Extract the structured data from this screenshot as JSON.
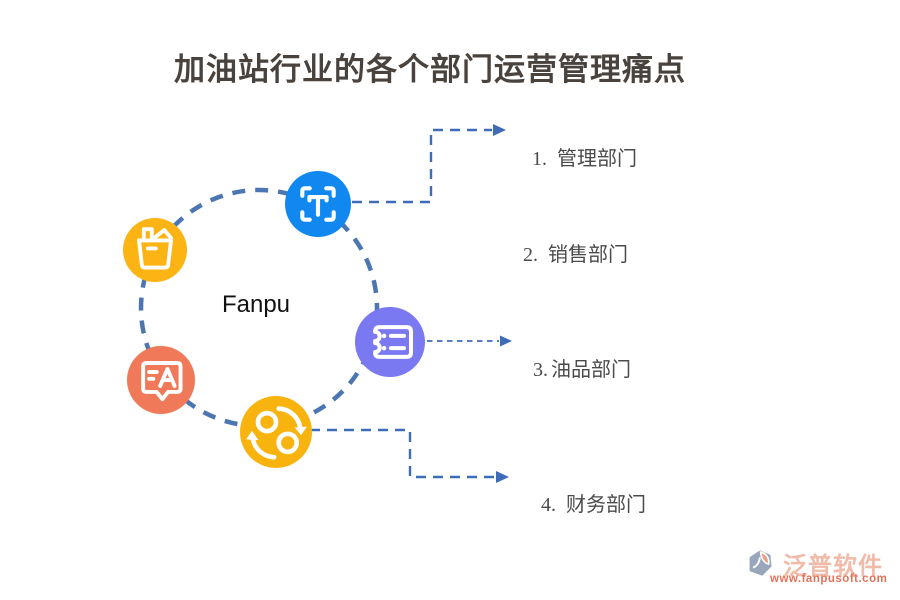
{
  "title": {
    "text": "加油站行业的各个部门运营管理痛点",
    "color": "#4a433d"
  },
  "center": {
    "label": "Fanpu"
  },
  "departments": [
    {
      "number": "1.",
      "name": "管理部门"
    },
    {
      "number": "2.",
      "name": "销售部门"
    },
    {
      "number": "3.",
      "name": "油品部门"
    },
    {
      "number": "4.",
      "name": "财务部门"
    }
  ],
  "nodes": [
    {
      "icon": "basket-icon",
      "color": "#FBB414"
    },
    {
      "icon": "text-scan-icon",
      "color": "#1088F0"
    },
    {
      "icon": "translate-chat-icon",
      "color": "#F0795A"
    },
    {
      "icon": "ticket-icon",
      "color": "#7B79F1"
    },
    {
      "icon": "sync-icon",
      "color": "#F8B30E"
    }
  ],
  "diagram": {
    "dashed_circle_color": "#4C76B2",
    "connector_color": "#3E6CB8"
  },
  "footer": {
    "brand": "泛普软件",
    "url": "www.fanpusoft.com",
    "brand_color": "#F0BBA8",
    "url_color": "#E2735A"
  }
}
